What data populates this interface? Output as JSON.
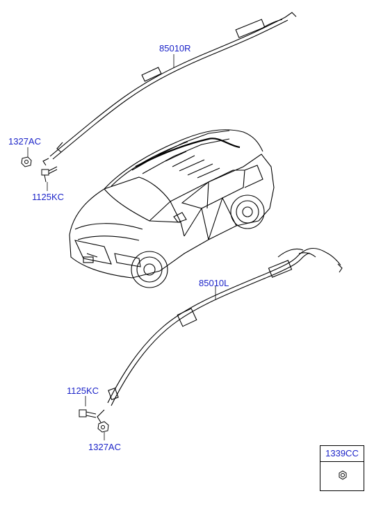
{
  "parts": {
    "curtain_airbag_right": "85010R",
    "curtain_airbag_left": "85010L",
    "nut_upper": "1327AC",
    "bolt_upper": "1125KC",
    "bolt_lower": "1125KC",
    "nut_lower": "1327AC"
  },
  "legend": {
    "part_number": "1339CC",
    "icon": "nut-icon"
  },
  "colors": {
    "label": "#1a22c8",
    "line": "#000000",
    "background": "#ffffff"
  }
}
